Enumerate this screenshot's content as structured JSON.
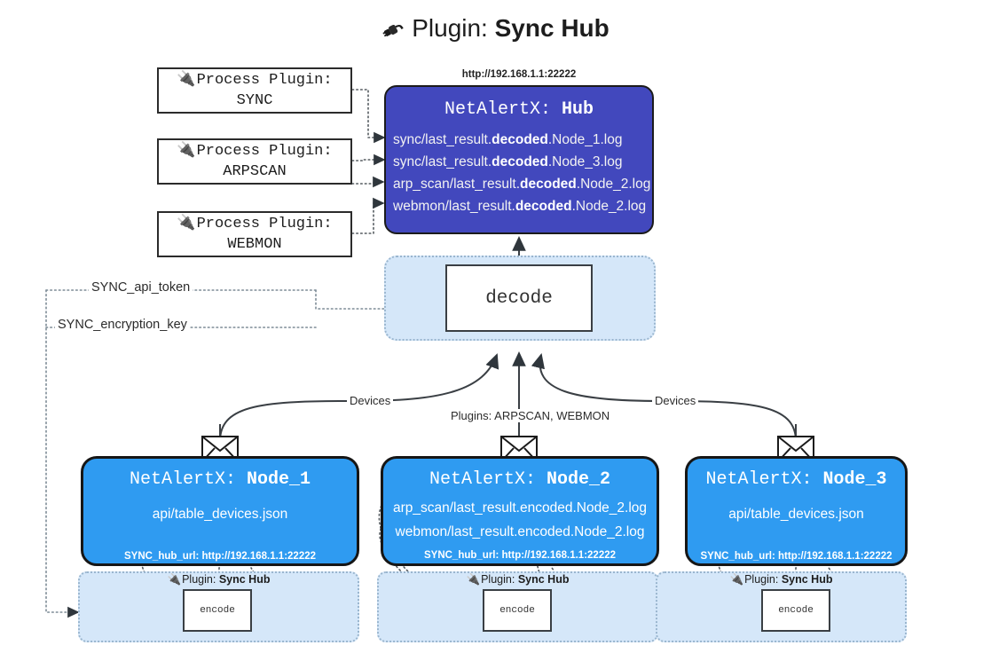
{
  "page": {
    "title_icon": "plug-icon",
    "title_prefix": "Plugin:",
    "title_name": "Sync Hub"
  },
  "process_plugins": [
    {
      "icon": "plug-icon",
      "line1": "Process Plugin:",
      "line2": "SYNC"
    },
    {
      "icon": "plug-icon",
      "line1": "Process Plugin:",
      "line2": "ARPSCAN"
    },
    {
      "icon": "plug-icon",
      "line1": "Process Plugin:",
      "line2": "WEBMON"
    }
  ],
  "hub": {
    "url_label": "http://192.168.1.1:22222",
    "title_prefix": "NetAlertX:",
    "title_name": "Hub",
    "lines": [
      {
        "pre": "sync/last_result.",
        "mid": "decoded",
        "post": ".Node_1.log"
      },
      {
        "pre": "sync/last_result.",
        "mid": "decoded",
        "post": ".Node_3.log"
      },
      {
        "pre": "arp_scan/last_result.",
        "mid": "decoded",
        "post": ".Node_2.log"
      },
      {
        "pre": "webmon/last_result.",
        "mid": "decoded",
        "post": ".Node_2.log"
      }
    ],
    "color": "#4248bd"
  },
  "decode": {
    "label": "decode",
    "container_color": "#d5e7f9"
  },
  "keys": {
    "api_token": "SYNC_api_token",
    "encryption_key": "SYNC_encryption_key"
  },
  "edge_labels": {
    "devices_left": "Devices",
    "plugins_center": "Plugins: ARPSCAN, WEBMON",
    "devices_right": "Devices"
  },
  "nodes": [
    {
      "icon": "envelope-icon",
      "title_prefix": "NetAlertX:",
      "title_name": "Node_1",
      "lines": [
        "api/table_devices.json"
      ],
      "footer": "SYNC_hub_url: http://192.168.1.1:22222",
      "color": "#2f9bf1"
    },
    {
      "icon": "envelope-icon",
      "title_prefix": "NetAlertX:",
      "title_name": "Node_2",
      "lines": [
        "arp_scan/last_result.encoded.Node_2.log",
        "webmon/last_result.encoded.Node_2.log"
      ],
      "footer": "SYNC_hub_url: http://192.168.1.1:22222",
      "color": "#2f9bf1"
    },
    {
      "icon": "envelope-icon",
      "title_prefix": "NetAlertX:",
      "title_name": "Node_3",
      "lines": [
        "api/table_devices.json"
      ],
      "footer": "SYNC_hub_url: http://192.168.1.1:22222",
      "color": "#2f9bf1"
    }
  ],
  "encoders": [
    {
      "icon": "plug-icon",
      "label_prefix": "Plugin:",
      "label_name": "Sync Hub",
      "box_label": "encode"
    },
    {
      "icon": "plug-icon",
      "label_prefix": "Plugin:",
      "label_name": "Sync Hub",
      "box_label": "encode"
    },
    {
      "icon": "plug-icon",
      "label_prefix": "Plugin:",
      "label_name": "Sync Hub",
      "box_label": "encode"
    }
  ]
}
